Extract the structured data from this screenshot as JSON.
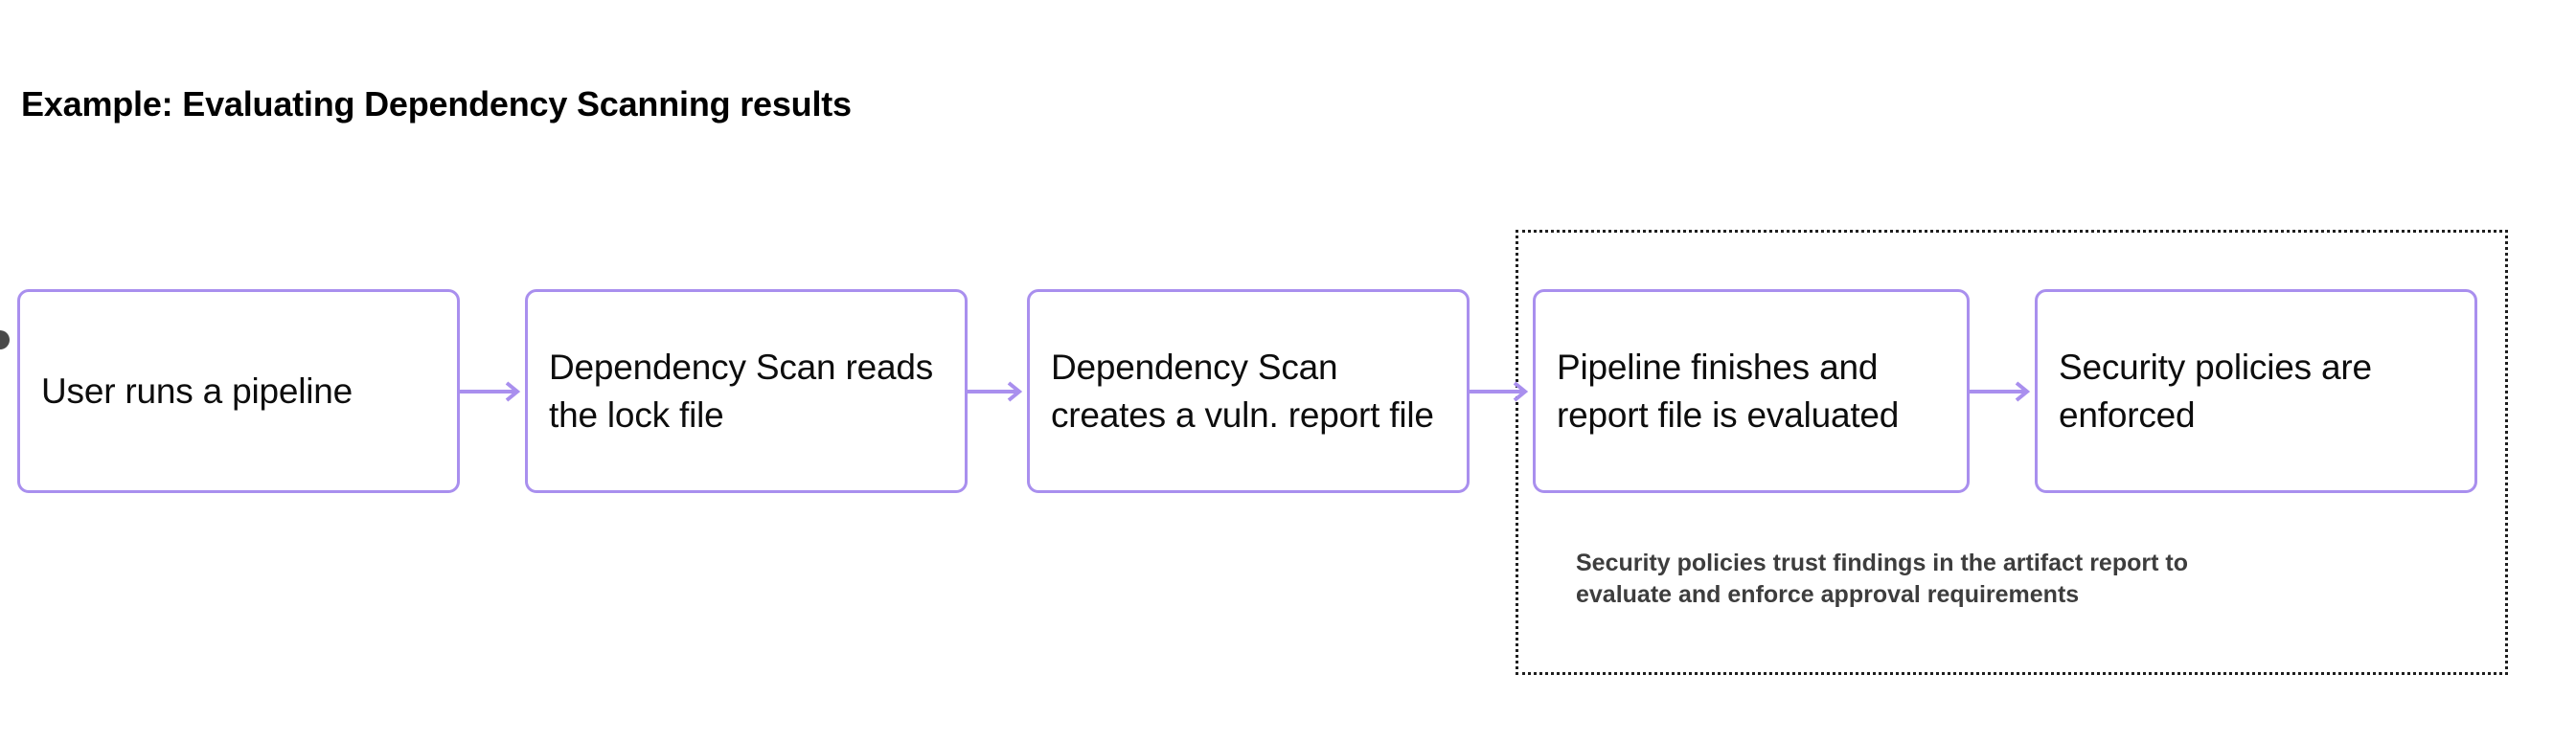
{
  "title": "Example: Evaluating Dependency Scanning results",
  "colors": {
    "node_border": "#a98fee",
    "arrow": "#a98fee",
    "group_border": "#1f1f1f",
    "title_text": "#000000",
    "node_text": "#0d0d0d",
    "caption_text": "#3d3d3d",
    "background": "#ffffff",
    "edge_dot": "#4a4a4a"
  },
  "flow": {
    "nodes": [
      {
        "id": "node-1",
        "label": "User runs a pipeline"
      },
      {
        "id": "node-2",
        "label": "Dependency Scan reads the lock file"
      },
      {
        "id": "node-3",
        "label": "Dependency Scan creates a vuln. report file"
      },
      {
        "id": "node-4",
        "label": "Pipeline finishes and report file is evaluated"
      },
      {
        "id": "node-5",
        "label": "Security policies are enforced"
      }
    ],
    "arrows": [
      {
        "id": "arrow-1",
        "from": "node-1",
        "to": "node-2"
      },
      {
        "id": "arrow-2",
        "from": "node-2",
        "to": "node-3"
      },
      {
        "id": "arrow-3",
        "from": "node-3",
        "to": "node-4"
      },
      {
        "id": "arrow-4",
        "from": "node-4",
        "to": "node-5"
      }
    ]
  },
  "group": {
    "contains": [
      "node-4",
      "node-5"
    ],
    "caption_line_1": "Security policies trust findings in the artifact report to",
    "caption_line_2": "evaluate and enforce approval requirements"
  }
}
